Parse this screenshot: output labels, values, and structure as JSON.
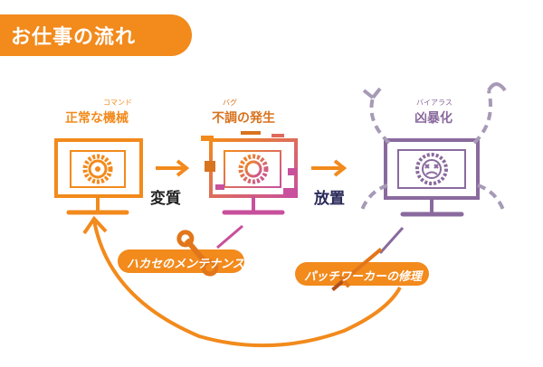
{
  "title": "お仕事の流れ",
  "colors": {
    "orange": "#f28a1c",
    "purple": "#8a6a9e",
    "magenta": "#c8509c",
    "dark": "#222222"
  },
  "stages": [
    {
      "label": "正常な機械",
      "ruby": "コマンド",
      "color": "#f28a1c"
    },
    {
      "label": "不調の発生",
      "ruby": "バグ",
      "color": "#d8731e"
    },
    {
      "label": "凶暴化",
      "ruby": "バイアラス",
      "color": "#8a6a9e"
    }
  ],
  "transitions": [
    {
      "label": "変質"
    },
    {
      "label": "放置"
    }
  ],
  "repairs": [
    {
      "label": "ハカセのメンテナンス",
      "icon": "wrench-icon"
    },
    {
      "label": "パッチワーカーの修理",
      "icon": "sword-icon"
    }
  ]
}
